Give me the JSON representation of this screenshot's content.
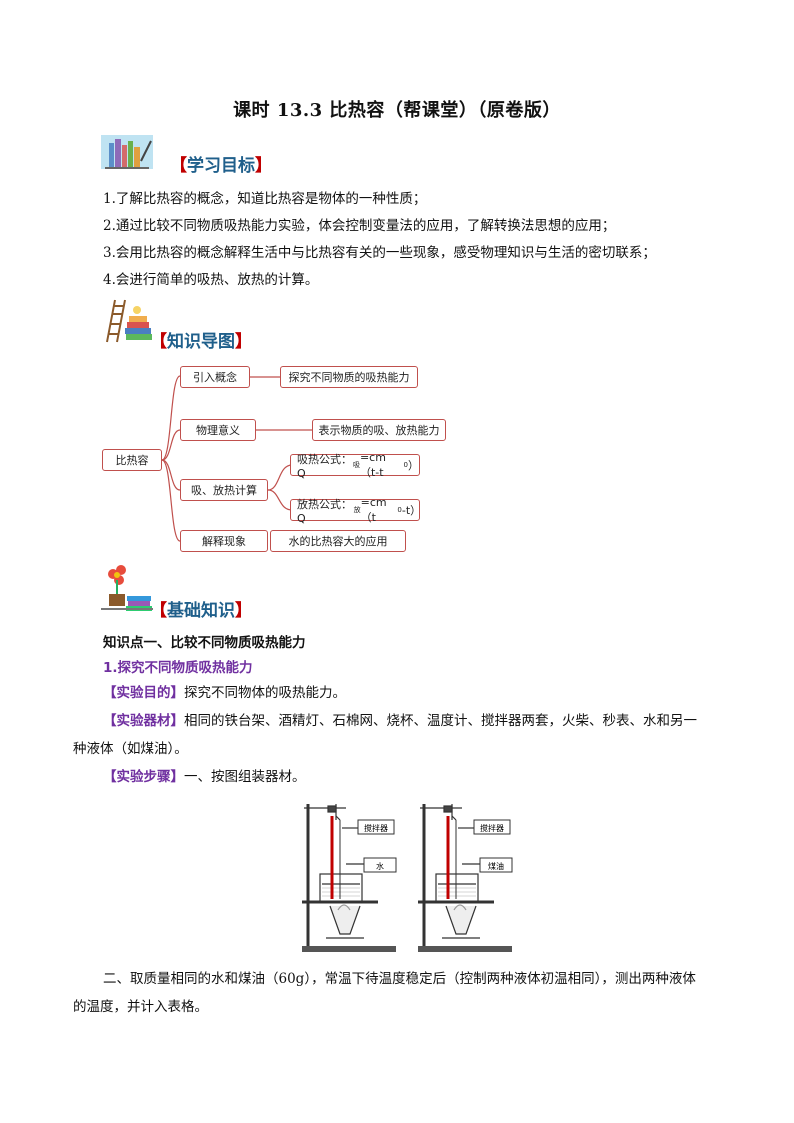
{
  "title": "课时 13.3   比热容（帮课堂）（原卷版）",
  "sections": {
    "objectives": {
      "title": "【学习目标】",
      "icon": "books-icon"
    },
    "mindmap": {
      "title": "【知识导图】",
      "icon": "ladder-books-icon"
    },
    "basics": {
      "title": "【基础知识】",
      "icon": "flower-books-icon"
    }
  },
  "objectives": [
    "1.了解比热容的概念，知道比热容是物体的一种性质；",
    "2.通过比较不同物质吸热能力实验，体会控制变量法的应用，了解转换法思想的应用；",
    "3.会用比热容的概念解释生活中与比热容有关的一些现象，感受物理知识与生活的密切联系；",
    "4.会进行简单的吸热、放热的计算。"
  ],
  "mindmap": {
    "root": "比热容",
    "branches": [
      {
        "label": "引入概念",
        "leaves": [
          "探究不同物质的吸热能力"
        ]
      },
      {
        "label": "物理意义",
        "leaves": [
          "表示物质的吸、放热能力"
        ]
      },
      {
        "label": "吸、放热计算",
        "leaves": [
          "吸热公式：Q吸=cm（t-t0）",
          "放热公式：Q放=cm（t0-t）"
        ]
      },
      {
        "label": "解释现象",
        "leaves": [
          "水的比热容大的应用"
        ]
      }
    ],
    "formula_heat_in": {
      "prefix": "吸热公式：Q",
      "sub1": "吸",
      "mid": "=cm（t-t",
      "sub2": "0",
      "end": "）"
    },
    "formula_heat_out": {
      "prefix": "放热公式：Q",
      "sub1": "放",
      "mid": "=cm（t",
      "sub2": "0",
      "end": "-t）"
    }
  },
  "knowledge_point": "知识点一、比较不同物质吸热能力",
  "subheading": "1.探究不同物质吸热能力",
  "experiment": {
    "purpose_label": "【实验目的】",
    "purpose": "探究不同物体的吸热能力。",
    "equipment_label": "【实验器材】",
    "equipment_line1": "相同的铁台架、酒精灯、石棉网、烧杯、温度计、搅拌器两套，火柴、秒表、水和另一",
    "equipment_line2": "种液体（如煤油）。",
    "steps_label": "【实验步骤】",
    "step1": "一、按图组装器材。",
    "step2_line1": "二、取质量相同的水和煤油（60g），常温下待温度稳定后（控制两种液体初温相同），测出两种液体",
    "step2_line2": "的温度，并计入表格。"
  },
  "figure": {
    "left": {
      "stirrer_label": "搅拌器",
      "liquid_label": "水"
    },
    "right": {
      "stirrer_label": "搅拌器",
      "liquid_label": "煤油"
    }
  }
}
